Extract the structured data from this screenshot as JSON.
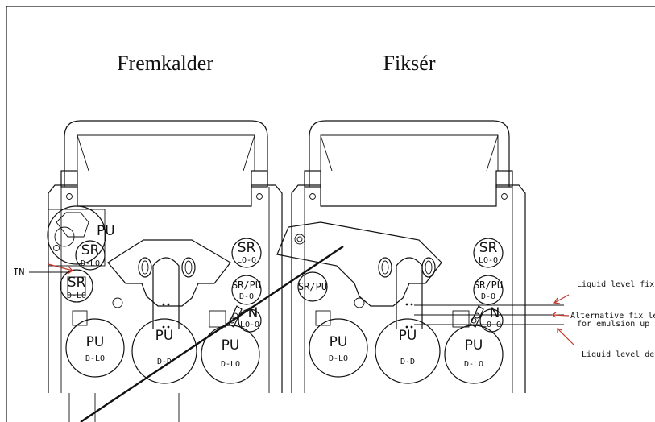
{
  "titles": {
    "left": "Fremkalder",
    "right": "Fiksér"
  },
  "left_tank": {
    "pu_top": "PU",
    "sr_top": "SR",
    "sr_top_sub": "D-LO",
    "sr_mid": "SR",
    "sr_mid_sub": "D-LO",
    "sr_right_top": "SR",
    "sr_right_top_sub": "LO-O",
    "sr_pu_right": "SR/PU",
    "sr_pu_right_sub": "D-O",
    "n_label": "N",
    "n_sub": "LO-O",
    "pu_1": "PU",
    "pu_1_sub": "D-LO",
    "pu_2": "PU",
    "pu_2_sub": "D-D",
    "pu_3": "PU",
    "pu_3_sub": "D-LO",
    "in_label": "IN"
  },
  "right_tank": {
    "sr_pu_left": "SR/PU",
    "sr_right_top": "SR",
    "sr_right_top_sub": "LO-O",
    "sr_pu_right": "SR/PU",
    "sr_pu_right_sub": "D-O",
    "n_label": "N",
    "n_sub": "LO-O",
    "pu_1": "PU",
    "pu_1_sub": "D-LO",
    "pu_2": "PU",
    "pu_2_sub": "D-D",
    "pu_3": "PU",
    "pu_3_sub": "D-LO"
  },
  "annotations": {
    "liquid_level_fix": "Liquid level fix",
    "alt_fix_1": "Alternative fix lev",
    "alt_fix_2": "for emulsion up",
    "liquid_level_dev": "Liquid level dev"
  }
}
